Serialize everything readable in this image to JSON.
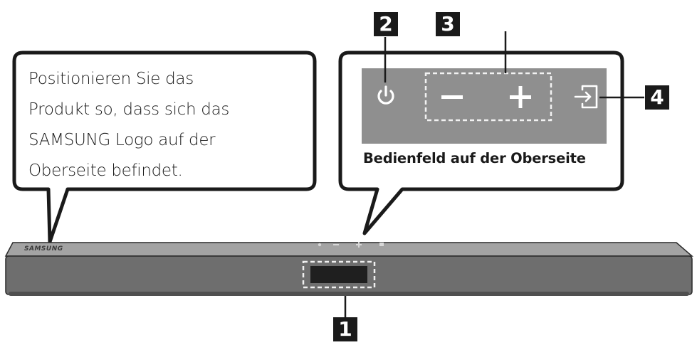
{
  "note": {
    "lines": [
      "Positionieren Sie das",
      "Produkt so, dass sich das",
      "SAMSUNG Logo auf der",
      "Oberseite befindet."
    ]
  },
  "panel": {
    "caption": "Bedienfeld auf der Oberseite"
  },
  "soundbar": {
    "logo_text": "SAMSUNG"
  },
  "callouts": {
    "one": "1",
    "two": "2",
    "three": "3",
    "four": "4"
  },
  "icons": {
    "power": "power-icon",
    "minus": "volume-down-icon",
    "plus": "volume-up-icon",
    "source": "source-input-icon"
  },
  "colors": {
    "outline": "#1a1a1a",
    "panel": "#8f8f8f",
    "soundbar_top": "#9a9a9a",
    "soundbar_front": "#6f6f6f",
    "display": "#1f1f1f"
  }
}
